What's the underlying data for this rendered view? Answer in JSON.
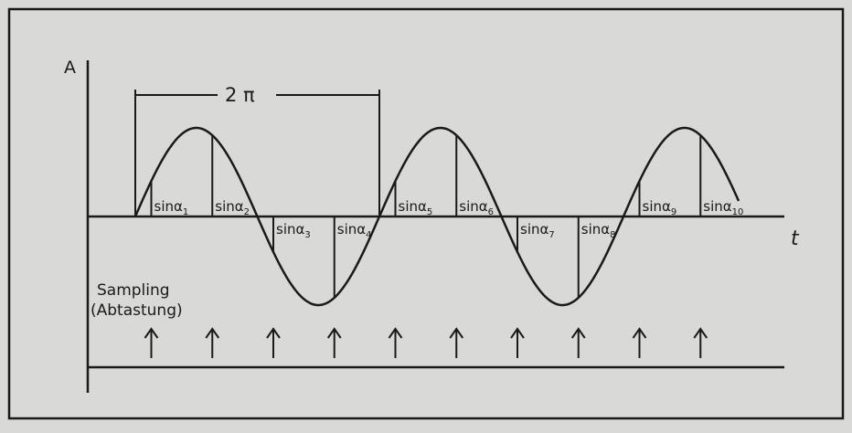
{
  "diagram": {
    "y_axis_label": "A",
    "x_axis_label": "t",
    "period_label": "2 π",
    "sampling_label_line1": "Sampling",
    "sampling_label_line2": "(Abtastung)",
    "sample_labels": [
      {
        "text": "sinα",
        "sub": "1"
      },
      {
        "text": "sinα",
        "sub": "2"
      },
      {
        "text": "sinα",
        "sub": "3"
      },
      {
        "text": "sinα",
        "sub": "4"
      },
      {
        "text": "sinα",
        "sub": "5"
      },
      {
        "text": "sinα",
        "sub": "6"
      },
      {
        "text": "sinα",
        "sub": "7"
      },
      {
        "text": "sinα",
        "sub": "8"
      },
      {
        "text": "sinα",
        "sub": "9"
      },
      {
        "text": "sinα",
        "sub": "10"
      }
    ],
    "sample_count": 10,
    "colors": {
      "background": "#d9d9d7",
      "ink": "#1a1a1a"
    }
  }
}
